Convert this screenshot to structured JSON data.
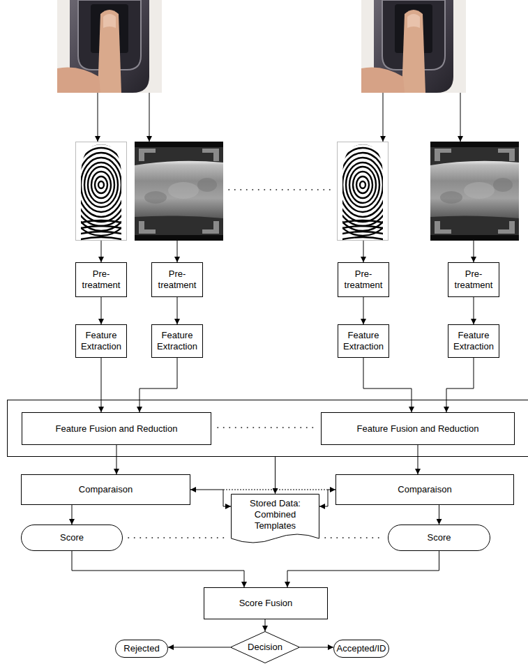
{
  "diagram": {
    "nodes": [
      {
        "text": [
          "Pre- treatment"
        ]
      },
      {
        "text": [
          "Pre- treatment"
        ]
      },
      {
        "text": [
          "Pre- treatment"
        ]
      },
      {
        "text": [
          "Pre- treatment"
        ]
      },
      {
        "text": [
          "Feature Extraction"
        ]
      },
      {
        "text": [
          "Feature Extraction"
        ]
      },
      {
        "text": [
          "Feature Extraction"
        ]
      },
      {
        "text": [
          "Feature Extraction"
        ]
      },
      {
        "text": []
      },
      {
        "text": [
          "Feature Fusion and Reduction"
        ],
        "in": 8
      },
      {
        "text": [
          "Feature Fusion and Reduction"
        ],
        "in": 8
      },
      {
        "text": [
          "Comparaison"
        ]
      },
      {
        "text": [
          "Stored Data: Combined Templates"
        ]
      },
      {
        "text": [
          "Comparaison"
        ]
      },
      {
        "text": [
          "Score"
        ]
      },
      {
        "text": [
          "Score"
        ]
      },
      {
        "text": [
          "Score Fusion"
        ]
      },
      {
        "text": [
          "Rejected"
        ]
      },
      {
        "text": [
          "Decision"
        ]
      },
      {
        "text": [
          "Accepted/ID"
        ]
      }
    ],
    "edges": [
      {
        "from": 0,
        "to": 4,
        "arrow": "to"
      },
      {
        "from": 1,
        "to": 5,
        "arrow": "to"
      },
      {
        "from": 2,
        "to": 6,
        "arrow": "to"
      },
      {
        "from": 3,
        "to": 7,
        "arrow": "to"
      },
      {
        "from": 4,
        "to": 9,
        "arrow": "to"
      },
      {
        "from": 5,
        "to": 9,
        "arrow": "to"
      },
      {
        "from": 6,
        "to": 10,
        "arrow": "to"
      },
      {
        "from": 7,
        "to": 10,
        "arrow": "to"
      },
      {
        "from": 9,
        "to": 11,
        "arrow": "to"
      },
      {
        "from": 10,
        "to": 13,
        "arrow": "to"
      },
      {
        "from": 8,
        "to": 12,
        "arrow": "to"
      },
      {
        "from": 11,
        "to": 12,
        "arrow": "both"
      },
      {
        "from": 13,
        "to": 12,
        "arrow": "both"
      },
      {
        "from": 11,
        "to": 14,
        "arrow": "to"
      },
      {
        "from": 13,
        "to": 15,
        "arrow": "to"
      },
      {
        "from": 14,
        "to": 16,
        "arrow": "to"
      },
      {
        "from": 15,
        "to": 16,
        "arrow": "to"
      },
      {
        "from": 16,
        "to": 18,
        "arrow": "to"
      },
      {
        "from": 18,
        "to": 17,
        "arrow": "to"
      },
      {
        "from": 18,
        "to": 19,
        "arrow": "to"
      }
    ]
  }
}
